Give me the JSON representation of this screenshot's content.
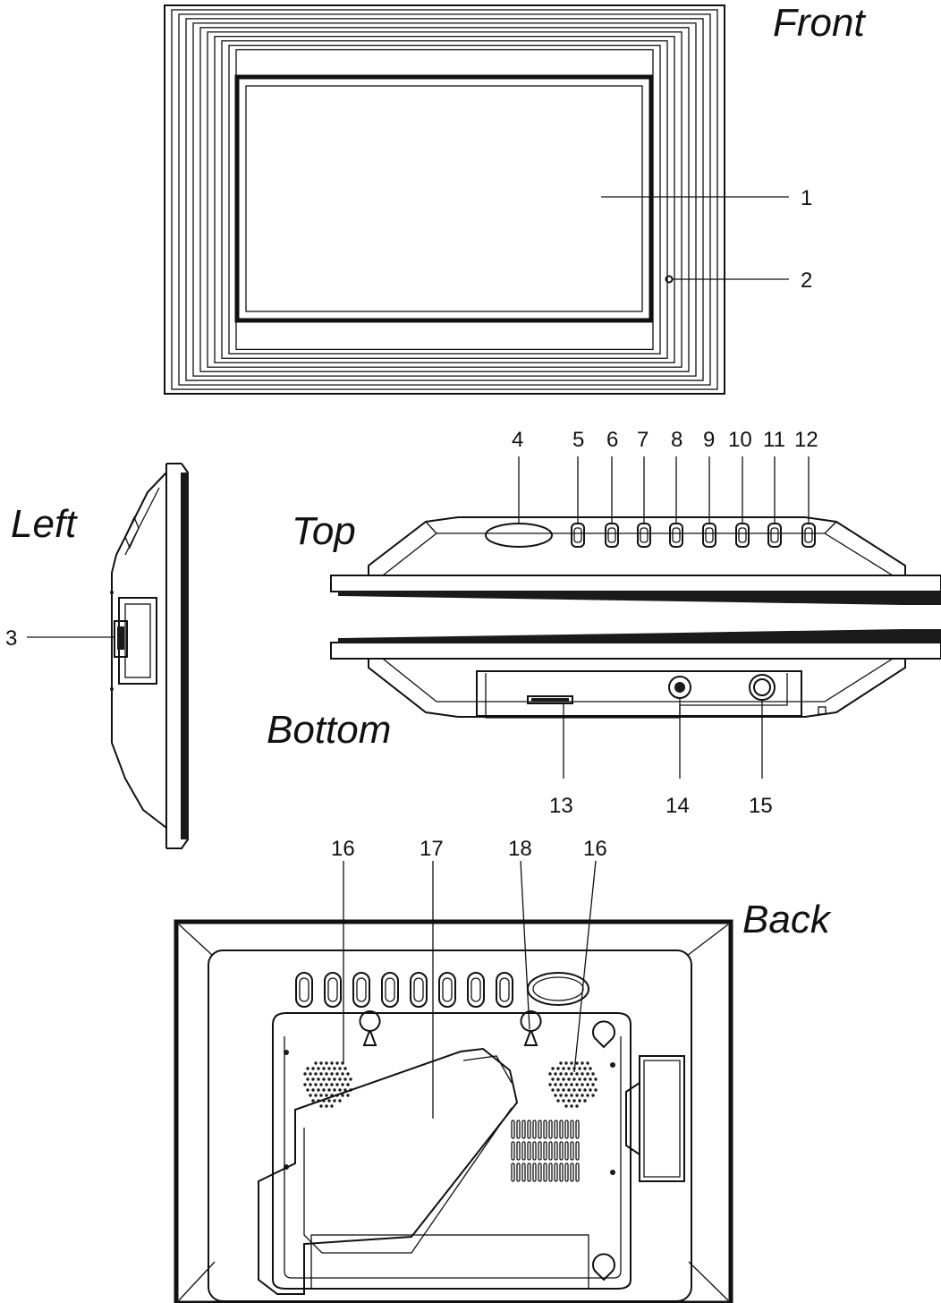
{
  "views": {
    "front": "Front",
    "left": "Left",
    "top": "Top",
    "bottom": "Bottom",
    "back": "Back"
  },
  "callouts": {
    "c1": "1",
    "c2": "2",
    "c3": "3",
    "c4": "4",
    "c5": "5",
    "c6": "6",
    "c7": "7",
    "c8": "8",
    "c9": "9",
    "c10": "10",
    "c11": "11",
    "c12": "12",
    "c13": "13",
    "c14": "14",
    "c15": "15",
    "c16a": "16",
    "c17": "17",
    "c18": "18",
    "c16b": "16"
  },
  "colors": {
    "line": "#111111",
    "background": "#ffffff"
  }
}
